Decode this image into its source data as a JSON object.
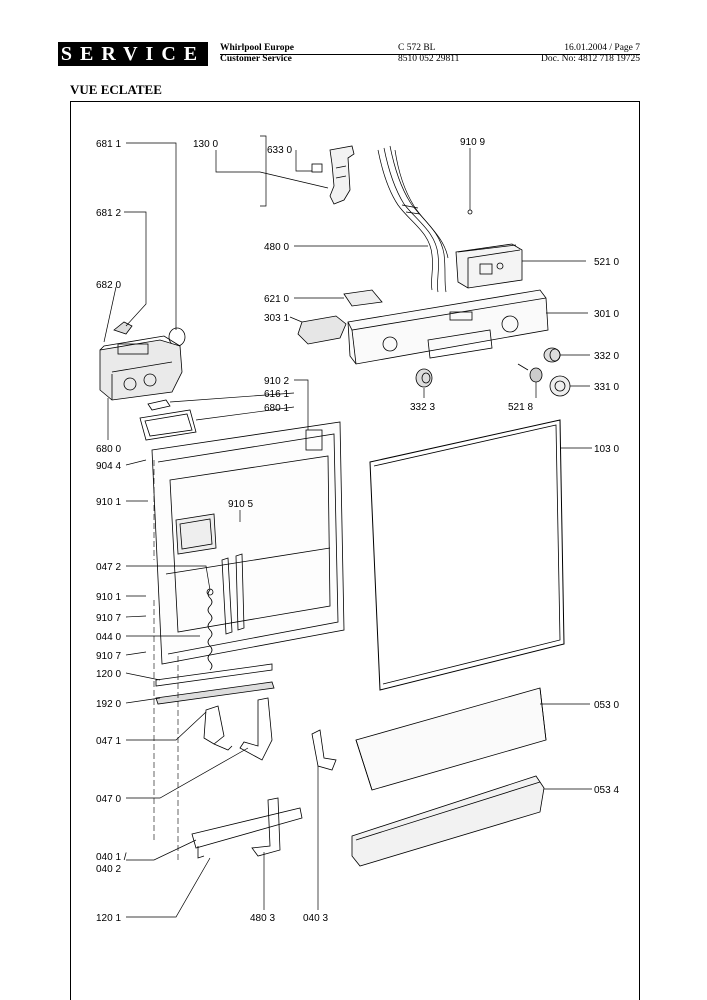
{
  "header": {
    "service_label": "SERVICE",
    "company_line1": "Whirlpool Europe",
    "company_line2": "Customer Service",
    "model_line1": "C 572 BL",
    "model_line2": "8510 052 29811",
    "date_line1": "16.01.2004 / Page 7",
    "date_line2": "Doc. No: 4812 718 19725"
  },
  "section_title": "VUE ECLATEE",
  "parts": {
    "p6811": "681 1",
    "p1300": "130 0",
    "p6330": "633 0",
    "p9109": "910 9",
    "p6812": "681 2",
    "p4800": "480 0",
    "p5210": "521 0",
    "p6820": "682 0",
    "p6210": "621 0",
    "p3031": "303 1",
    "p3010": "301 0",
    "p3320": "332 0",
    "p9102": "910 2",
    "p6161": "616 1",
    "p6801": "680 1",
    "p3323": "332 3",
    "p5218": "521 8",
    "p3310": "331 0",
    "p6800": "680 0",
    "p9044": "904 4",
    "p1030": "103 0",
    "p9101a": "910 1",
    "p9105": "910 5",
    "p0472": "047 2",
    "p9101b": "910 1",
    "p9107a": "910 7",
    "p0440": "044 0",
    "p9107b": "910 7",
    "p1200": "120 0",
    "p1920": "192 0",
    "p0530": "053 0",
    "p0471": "047 1",
    "p0470": "047 0",
    "p0534": "053 4",
    "p0401": "040 1 /",
    "p0402": "040 2",
    "p1201": "120 1",
    "p4803": "480 3",
    "p0403": "040 3"
  }
}
